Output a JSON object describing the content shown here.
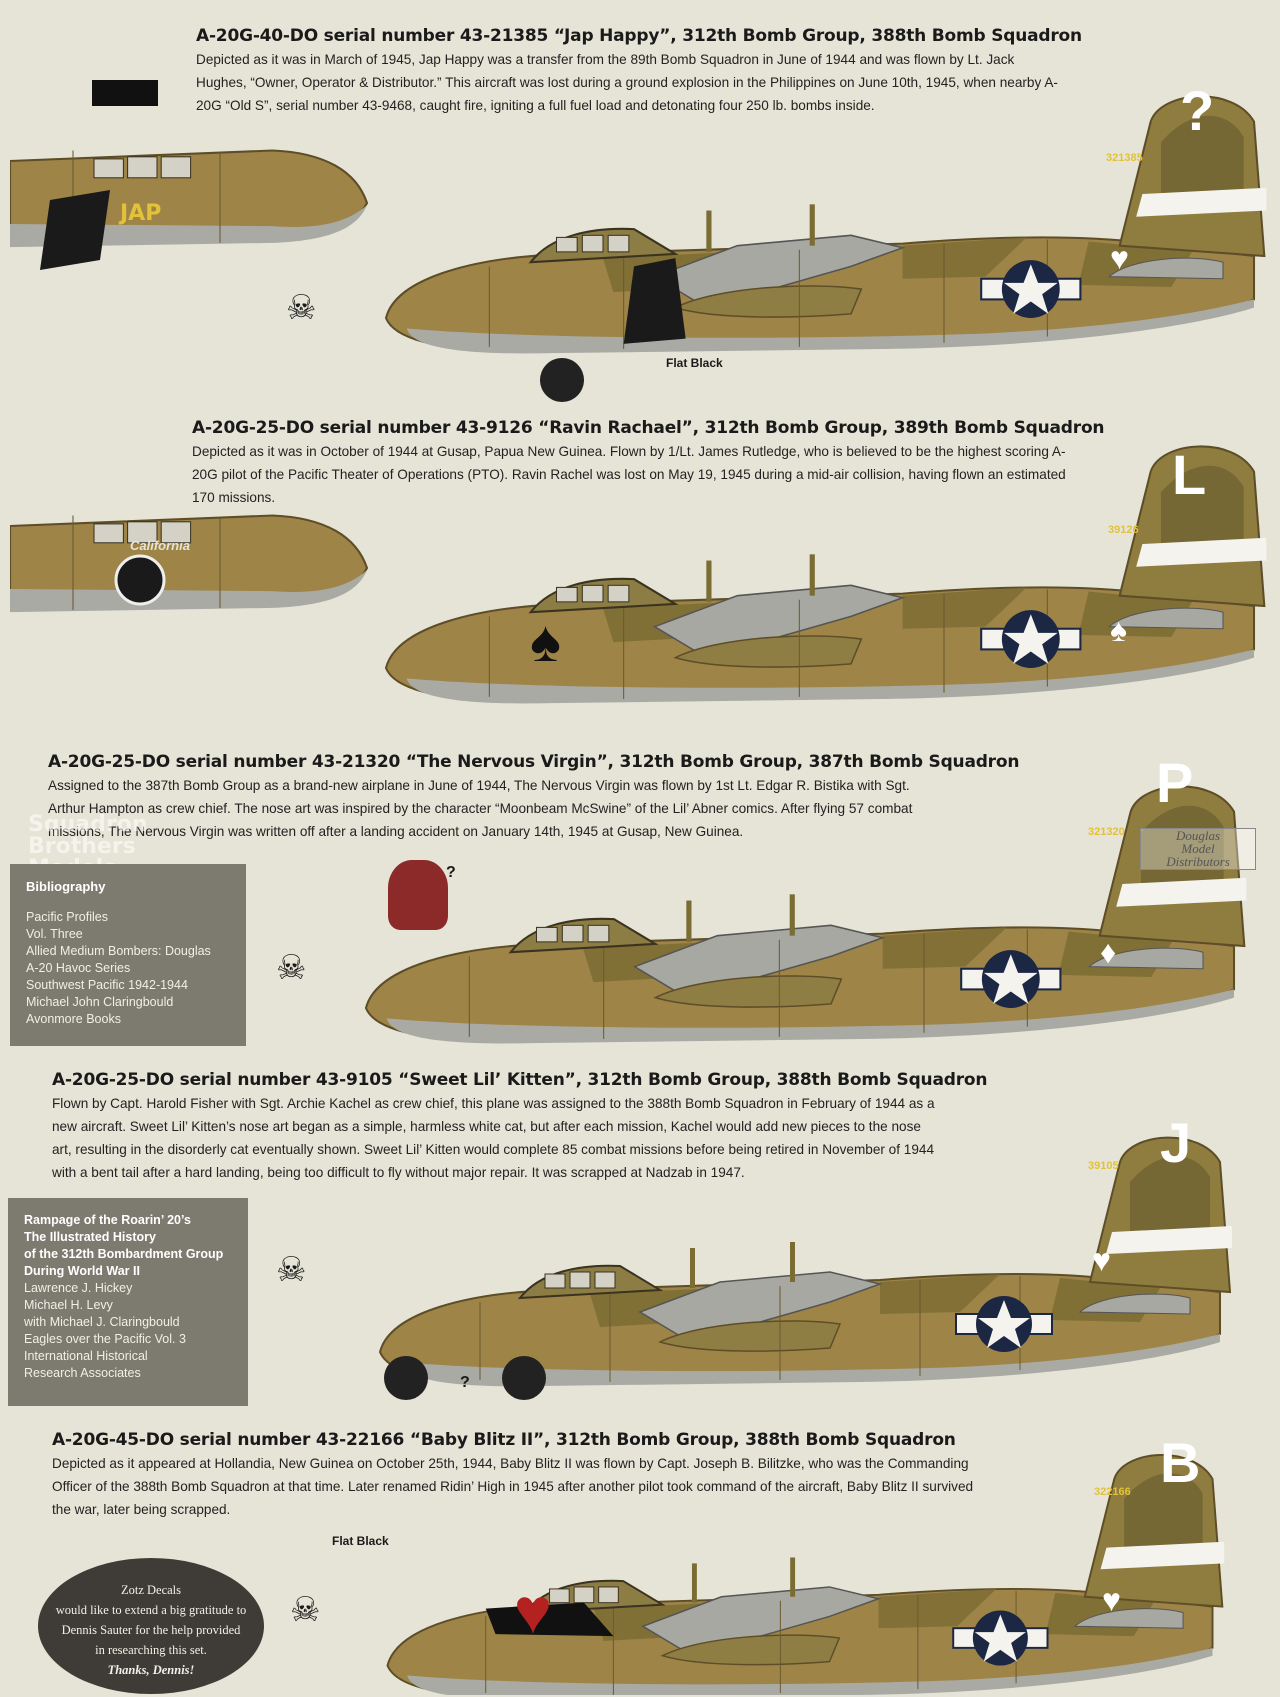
{
  "sections": [
    {
      "title": "A-20G-40-DO serial number 43-21385 “Jap Happy”, 312th Bomb Group, 388th Bomb Squadron",
      "description": "Depicted as it was in March of 1945, Jap Happy was a transfer from the 89th Bomb Squadron in June of 1944 and was flown by Lt. Jack Hughes, “Owner, Operator & Distributor.” This aircraft was lost during a ground explosion in the Philippines on June 10th, 1945, when nearby A-20G “Old S”, serial number 43-9468, caught fire, igniting a full fuel load and detonating four 250 lb. bombs inside.",
      "tail_letter": "?",
      "tail_serial": "321385",
      "tail_symbol": "♥",
      "callout": "Flat Black"
    },
    {
      "title": "A-20G-25-DO serial number 43-9126 “Ravin Rachael”, 312th Bomb Group, 389th Bomb Squadron",
      "description": "Depicted as it was in October of 1944 at Gusap, Papua New Guinea. Flown by 1/Lt. James Rutledge, who is believed to be the highest scoring A-20G pilot of the Pacific Theater of Operations (PTO). Ravin Rachel was lost on May 19, 1945 during a mid-air collision, having flown an estimated 170 missions.",
      "tail_letter": "L",
      "tail_serial": "39126",
      "tail_symbol": "♠",
      "nose_art": "California"
    },
    {
      "title": "A-20G-25-DO serial number 43-21320 “The Nervous Virgin”, 312th Bomb Group, 387th Bomb Squadron",
      "description": "Assigned to the 387th Bomb Group as a brand-new airplane in June of 1944, The Nervous Virgin was flown by 1st Lt. Edgar R. Bistika with Sgt. Arthur Hampton as crew chief. The nose art was inspired by the character “Moonbeam McSwine” of the Lil’ Abner comics. After flying 57 combat missions, The Nervous Virgin was written off after a landing accident on January 14th, 1945 at Gusap, New Guinea.",
      "tail_letter": "P",
      "tail_serial": "321320",
      "tail_symbol": "♦",
      "question": "?"
    },
    {
      "title": "A-20G-25-DO serial number 43-9105 “Sweet Lil’ Kitten”, 312th Bomb Group, 388th Bomb Squadron",
      "description": "Flown by Capt. Harold Fisher with Sgt. Archie Kachel as crew chief, this plane was assigned to the 388th Bomb Squadron in February of 1944 as a new aircraft. Sweet Lil’ Kitten’s nose art began as a simple, harmless white cat, but after each mission, Kachel would add new pieces to the nose art, resulting in the disorderly cat eventually shown. Sweet Lil’ Kitten would complete 85 combat missions before being retired in November of 1944 with a bent tail after a hard landing, being too difficult to fly without major repair. It was scrapped at Nadzab in 1947.",
      "tail_letter": "J",
      "tail_serial": "39105",
      "tail_symbol": "♥",
      "question": "?"
    },
    {
      "title": "A-20G-45-DO serial number 43-22166 “Baby Blitz II”, 312th Bomb Group, 388th Bomb Squadron",
      "description": "Depicted as it appeared at Hollandia, New Guinea on October 25th, 1944, Baby Blitz II was flown by Capt. Joseph B. Bilitzke, who was the Commanding Officer of the 388th Bomb Squadron at that time. Later renamed Ridin’ High in 1945 after another pilot took command of the aircraft, Baby Blitz II survived the war, later being scrapped.",
      "tail_letter": "B",
      "tail_serial": "322166",
      "tail_symbol": "♥",
      "callout": "Flat Black"
    }
  ],
  "bibliography": {
    "head": "Bibliography",
    "lines": [
      "Pacific Profiles",
      "Vol. Three",
      "Allied Medium Bombers: Douglas",
      "A-20 Havoc Series",
      "Southwest Pacific 1942-1944",
      "Michael John Claringbould",
      "Avonmore Books"
    ]
  },
  "rampage": {
    "bold_lines": [
      "Rampage of the Roarin’ 20’s",
      "The Illustrated History",
      "of the 312th Bombardment Group",
      "During World War II"
    ],
    "lines": [
      "Lawrence J. Hickey",
      "Michael H. Levy",
      "with Michael J. Claringbould",
      "Eagles over the Pacific Vol. 3",
      "International Historical",
      "Research Associates"
    ]
  },
  "thanks": {
    "lines": [
      "Zotz Decals",
      "would like to extend a big gratitude to",
      "Dennis Sauter for the help provided",
      "in researching this set."
    ],
    "closing": "Thanks, Dennis!"
  },
  "watermark": {
    "line1": "Squadron",
    "line2": "Brothers",
    "line3": "Models"
  },
  "distributor": {
    "line1": "Douglas",
    "line2": "Model",
    "line3": "Distributors"
  },
  "colors": {
    "olive": "#8a7a3e",
    "tan": "#a4894e",
    "grey_belly": "#a9aaa3",
    "background": "#e6e4d6",
    "insignia_blue": "#1c2744"
  }
}
